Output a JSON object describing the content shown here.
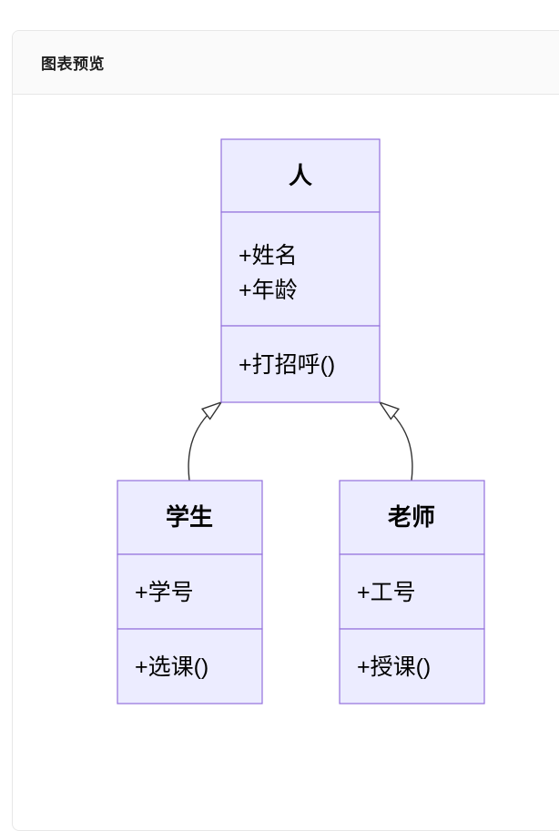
{
  "header": {
    "title": "图表预览"
  },
  "diagram": {
    "type": "uml-class-diagram",
    "classes": [
      {
        "name": "人",
        "attributes": [
          "+姓名",
          "+年龄"
        ],
        "methods": [
          "+打招呼()"
        ]
      },
      {
        "name": "学生",
        "attributes": [
          "+学号"
        ],
        "methods": [
          "+选课()"
        ]
      },
      {
        "name": "老师",
        "attributes": [
          "+工号"
        ],
        "methods": [
          "+授课()"
        ]
      }
    ],
    "relations": [
      {
        "from": "学生",
        "to": "人",
        "type": "inheritance"
      },
      {
        "from": "老师",
        "to": "人",
        "type": "inheritance"
      }
    ],
    "colors": {
      "node_fill": "#ECECFF",
      "node_border": "#9370DB",
      "edge": "#333333",
      "header_bg": "#fafafa",
      "card_border": "#e7e7e7"
    }
  }
}
